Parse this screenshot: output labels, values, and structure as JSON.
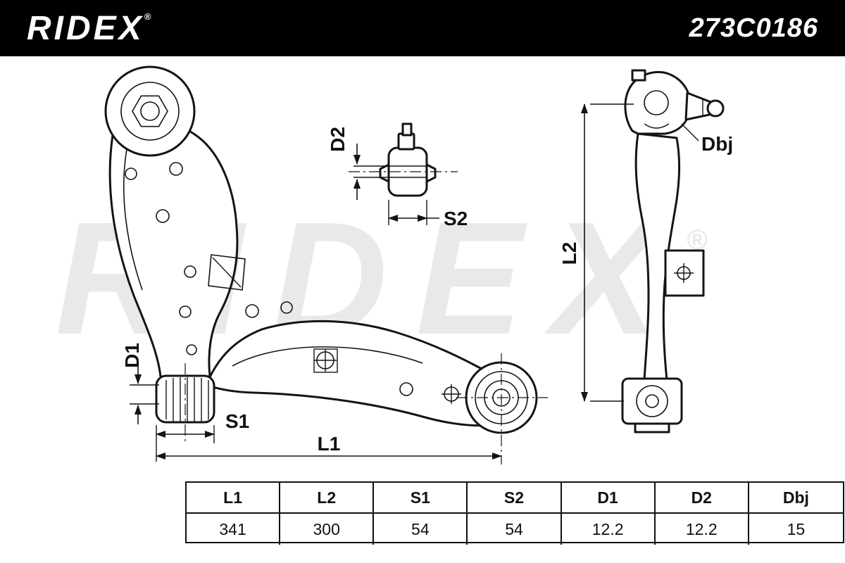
{
  "header": {
    "brand": "RIDEX",
    "reg": "®",
    "part_number": "273C0186"
  },
  "watermark": {
    "text": "RIDEX",
    "reg": "®"
  },
  "dims": {
    "d1": "D1",
    "d2": "D2",
    "s1": "S1",
    "s2": "S2",
    "l1": "L1",
    "l2": "L2",
    "dbj": "Dbj"
  },
  "table": {
    "headers": [
      "L1",
      "L2",
      "S1",
      "S2",
      "D1",
      "D2",
      "Dbj"
    ],
    "values": [
      "341",
      "300",
      "54",
      "54",
      "12.2",
      "12.2",
      "15"
    ]
  },
  "colors": {
    "header_bg": "#000000",
    "line": "#141414",
    "watermark": "#e9e9e9"
  }
}
